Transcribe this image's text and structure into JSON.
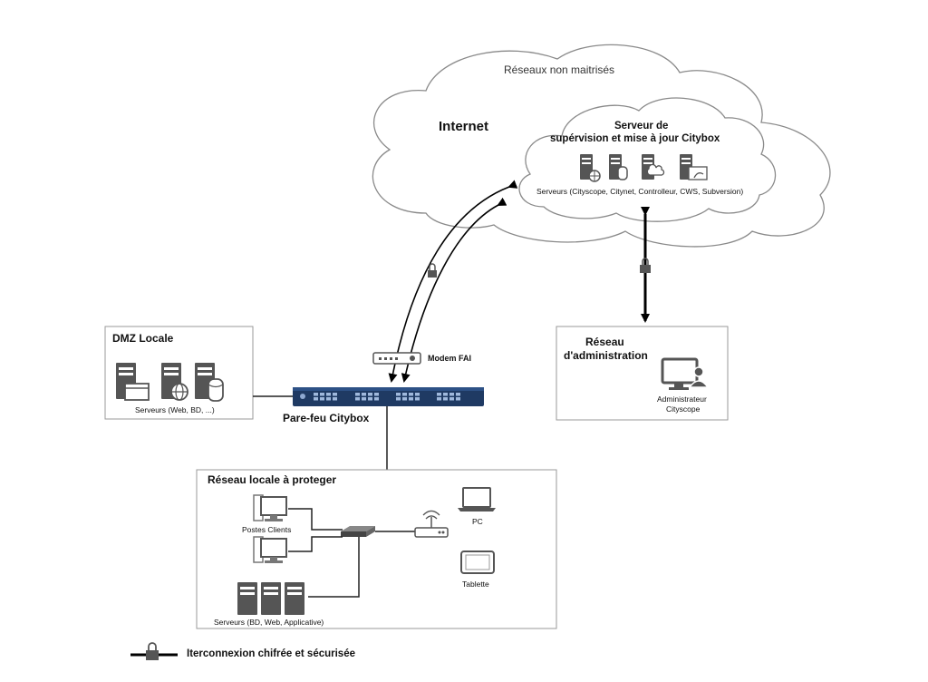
{
  "cloud": {
    "title": "Réseaux non maitrisés",
    "internet_label": "Internet"
  },
  "supervision": {
    "title_line1": "Serveur de",
    "title_line2": "supérvision et mise à jour Citybox",
    "servers_caption": "Serveurs (Cityscope, Citynet, Controlleur, CWS, Subversion)"
  },
  "dmz": {
    "title": "DMZ Locale",
    "caption": "Serveurs (Web, BD, ...)"
  },
  "modem": {
    "label": "Modem FAI"
  },
  "firewall": {
    "label": "Pare-feu Citybox"
  },
  "admin": {
    "title_line1": "Réseau",
    "title_line2": "d'administration",
    "caption_line1": "Administrateur",
    "caption_line2": "Cityscope"
  },
  "local": {
    "title": "Réseau locale à proteger",
    "clients_caption": "Postes Clients",
    "servers_caption": "Serveurs (BD, Web, Applicative)",
    "pc_caption": "PC",
    "tablet_caption": "Tablette"
  },
  "legend": {
    "label": "Iterconnexion chifrée et sécurisée"
  },
  "colors": {
    "device_gray": "#555555",
    "cloud_stroke": "#8a8a8a",
    "firewall_blue": "#1f3a63"
  }
}
